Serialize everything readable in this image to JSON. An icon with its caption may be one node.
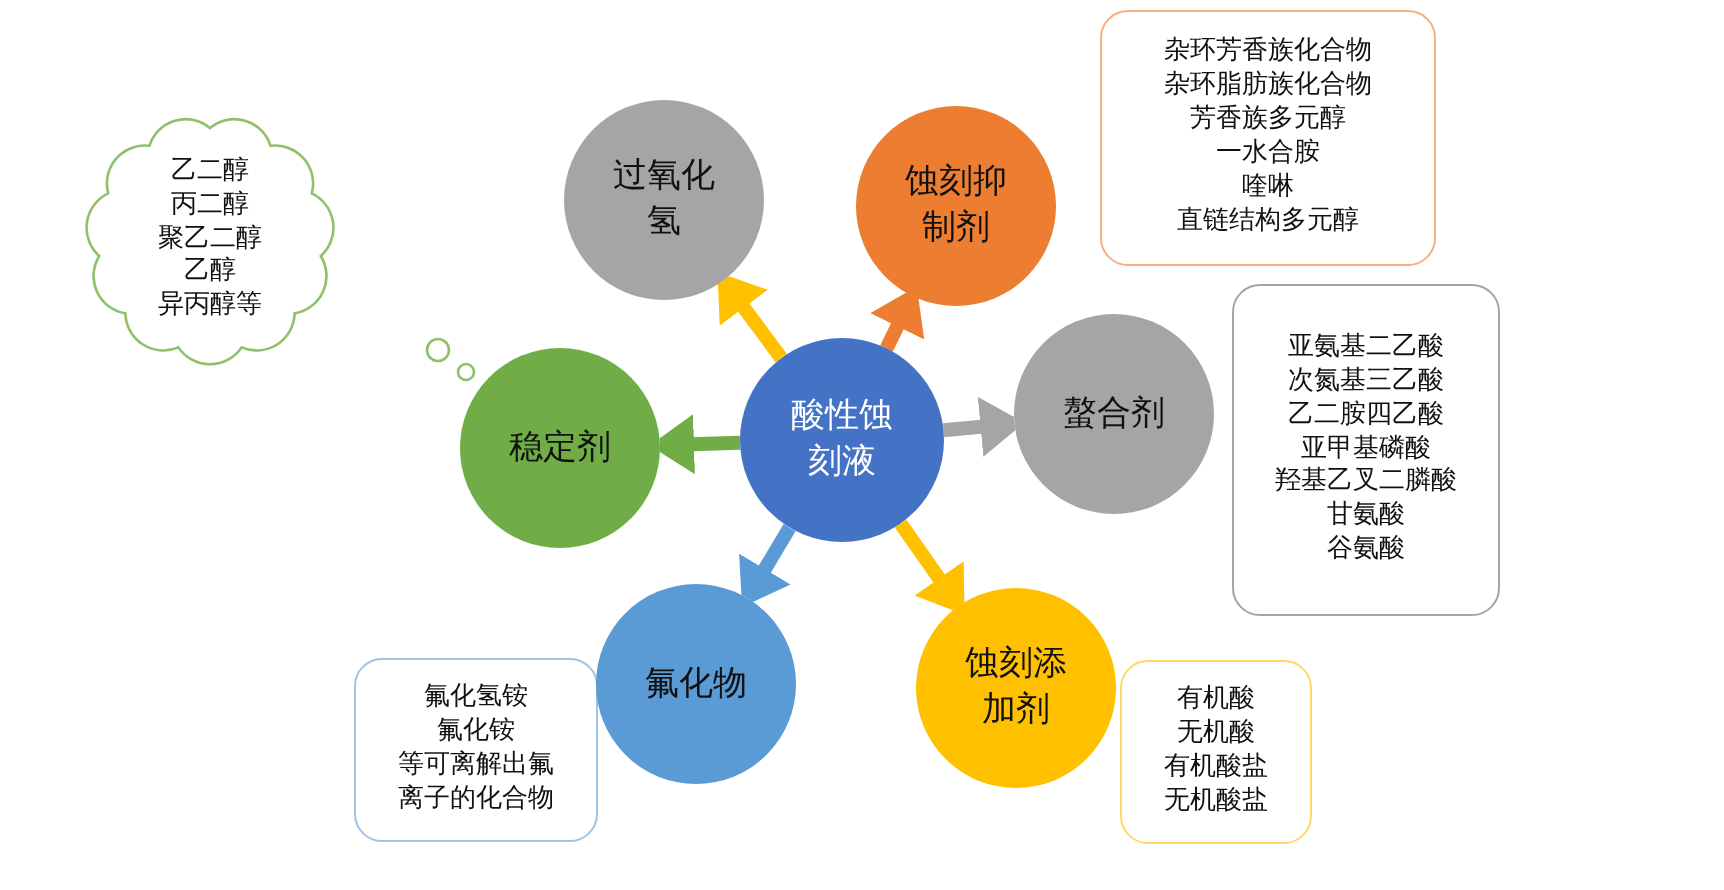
{
  "diagram": {
    "nodes": [
      {
        "text": [
          "乙二醇",
          "丙二醇",
          "聚乙二醇",
          "乙醇",
          "异丙醇等"
        ]
      },
      {
        "text": [
          "杂环芳香族化合物",
          "杂环脂肪族化合物",
          "芳香族多元醇",
          "一水合胺",
          "喹啉",
          "直链结构多元醇"
        ]
      },
      {
        "text": [
          "过氧化氢"
        ]
      },
      {
        "text": [
          "蚀刻抑制剂"
        ]
      },
      {
        "text": [
          "亚氨基二乙酸",
          "次氮基三乙酸",
          "乙二胺四乙酸",
          "亚甲基磷酸",
          "羟基乙叉二膦酸",
          "甘氨酸",
          "谷氨酸"
        ]
      },
      {
        "text": [
          "稳定剂"
        ]
      },
      {
        "text": [
          "酸性蚀刻液"
        ]
      },
      {
        "text": [
          "螯合剂"
        ]
      },
      {
        "text": [
          "氟化氢铵",
          "氟化铵",
          "等可离解出氟离子的化合物"
        ]
      },
      {
        "text": [
          "氟化物"
        ]
      },
      {
        "text": [
          "蚀刻添加剂"
        ]
      },
      {
        "text": [
          "有机酸",
          "无机酸",
          "有机酸盐",
          "无机酸盐"
        ]
      }
    ],
    "edges": [
      {
        "from": 6,
        "to": 2,
        "arrow": "to",
        "color": "#ffc000"
      },
      {
        "from": 6,
        "to": 3,
        "arrow": "to",
        "color": "#ed7d31"
      },
      {
        "from": 6,
        "to": 7,
        "arrow": "to",
        "color": "#a5a5a5"
      },
      {
        "from": 6,
        "to": 10,
        "arrow": "to",
        "color": "#ffc000"
      },
      {
        "from": 6,
        "to": 9,
        "arrow": "to",
        "color": "#5b9bd5"
      },
      {
        "from": 6,
        "to": 5,
        "arrow": "to",
        "color": "#70ad47"
      }
    ]
  }
}
